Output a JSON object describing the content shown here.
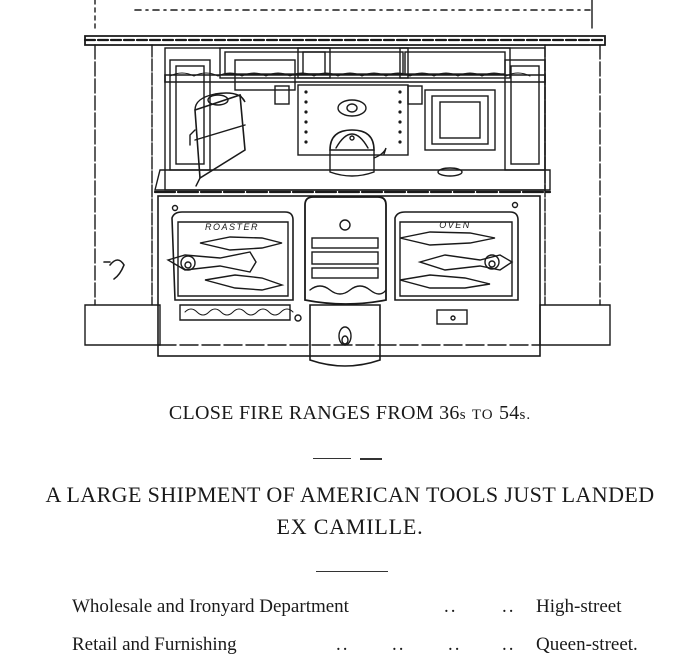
{
  "illustration": {
    "subject": "close-fire-kitchen-range",
    "left_door_label": "ROASTER",
    "right_door_label": "OVEN"
  },
  "ad": {
    "ranges_line": {
      "prefix": "CLOSE FIRE RANGES FROM 36",
      "unit1": "s",
      "to": "TO",
      "price2": "54",
      "unit2": "s."
    },
    "shipment_line": "A LARGE SHIPMENT OF AMERICAN TOOLS JUST LANDED",
    "ship_name_line": "EX CAMILLE.",
    "departments": [
      {
        "name": "Wholesale and Ironyard Department",
        "leaders": [
          "..",
          ".."
        ],
        "street": "High-street"
      },
      {
        "name": "Retail and Furnishing",
        "leaders": [
          "..",
          "..",
          "..",
          ".."
        ],
        "street": "Queen-street."
      }
    ]
  }
}
